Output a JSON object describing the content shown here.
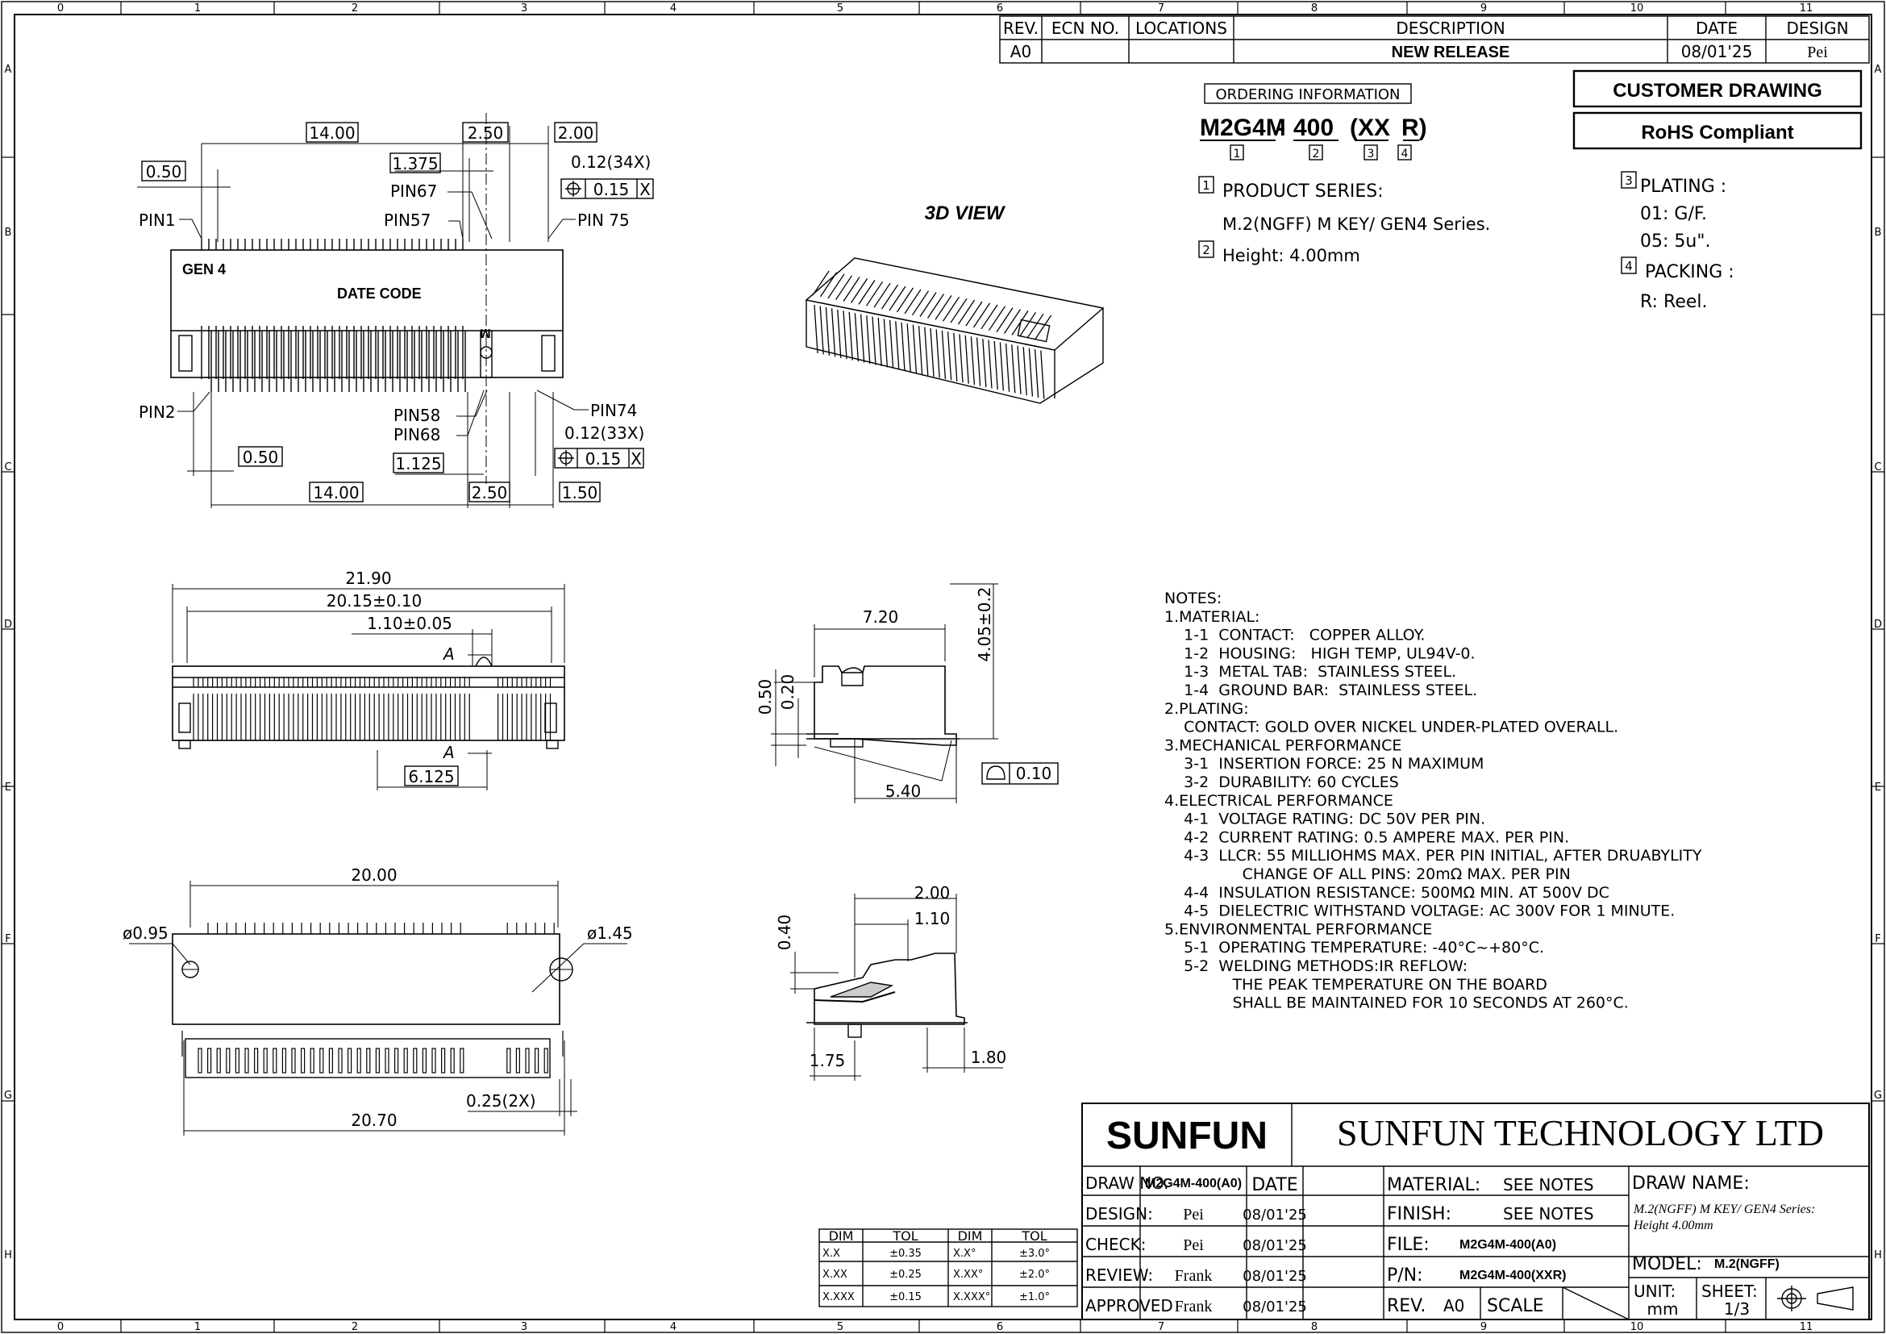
{
  "frame": {
    "cols": [
      "0",
      "1",
      "2",
      "3",
      "4",
      "5",
      "6",
      "7",
      "8",
      "9",
      "10",
      "11"
    ],
    "rows": [
      "A",
      "B",
      "C",
      "D",
      "E",
      "F",
      "G",
      "H"
    ]
  },
  "revision_table": {
    "headers": [
      "REV.",
      "ECN NO.",
      "LOCATIONS",
      "DESCRIPTION",
      "DATE",
      "DESIGN"
    ],
    "row": [
      "A0",
      "",
      "",
      "NEW RELEASE",
      "08/01'25",
      "Pei"
    ]
  },
  "badges": {
    "customer": "CUSTOMER DRAWING",
    "rohs": "RoHS Compliant"
  },
  "ordering": {
    "label": "ORDERING INFORMATION",
    "part_a": "M2G4M",
    "dash1": "-",
    "part_b": "400",
    "part_c": "(XX",
    "part_d": "R)",
    "n1": "1",
    "n2": "2",
    "n3": "3",
    "n4": "4",
    "product_series_label": "PRODUCT SERIES:",
    "product_series_value": "M.2(NGFF) M KEY/ GEN4 Series.",
    "height": "Height: 4.00mm",
    "plating_label": "PLATING :",
    "plating_01": "01: G/F.",
    "plating_05": "05: 5u\".",
    "packing_label": "PACKING :",
    "packing_r": "R: Reel."
  },
  "view3d_label": "3D VIEW",
  "top_view": {
    "d_14_00_top": "14.00",
    "d_2_50_top": "2.50",
    "d_2_00_top": "2.00",
    "d_0_50_top": "0.50",
    "d_1_375": "1.375",
    "d_tol_34x": "0.12(34X)",
    "fcf_top_val": "0.15",
    "fcf_top_ref": "X",
    "pin67": "PIN67",
    "pin57": "PIN57",
    "pin1": "PIN1",
    "pin75": "PIN 75",
    "gen4": "GEN 4",
    "datecode": "DATE CODE",
    "m_key": "M",
    "pin2": "PIN2",
    "pin58": "PIN58",
    "pin68": "PIN68",
    "pin74": "PIN74",
    "d_tol_33x": "0.12(33X)",
    "fcf_bot_val": "0.15",
    "fcf_bot_ref": "X",
    "d_0_50_bot": "0.50",
    "d_1_125": "1.125",
    "d_14_00_bot": "14.00",
    "d_2_50_bot": "2.50",
    "d_1_50_bot": "1.50"
  },
  "front_view": {
    "d_21_90": "21.90",
    "d_20_15": "20.15±0.10",
    "d_1_10": "1.10±0.05",
    "sec_a_top": "A",
    "sec_a_bot": "A",
    "d_6_125": "6.125"
  },
  "side_view": {
    "d_7_20": "7.20",
    "d_4_05": "4.05±0.2",
    "d_0_50": "0.50",
    "d_0_20": "0.20",
    "flat_val": "0.10",
    "d_5_40": "5.40"
  },
  "bottom_view": {
    "d_20_00": "20.00",
    "d_phi_095": "ø0.95",
    "d_phi_145": "ø1.45",
    "d_025_2x": "0.25(2X)",
    "d_20_70": "20.70"
  },
  "section_view": {
    "d_2_00": "2.00",
    "d_1_10": "1.10",
    "d_0_40": "0.40",
    "d_1_75": "1.75",
    "d_1_80": "1.80"
  },
  "notes": [
    "NOTES:",
    "1.MATERIAL:",
    "  1-1  CONTACT:   COPPER ALLOY.",
    "  1-2  HOUSING:   HIGH TEMP, UL94V-0.",
    "  1-3  METAL TAB:  STAINLESS STEEL.",
    "  1-4  GROUND BAR:  STAINLESS STEEL.",
    "2.PLATING:",
    "  CONTACT: GOLD OVER NICKEL UNDER-PLATED OVERALL.",
    "3.MECHANICAL PERFORMANCE",
    "  3-1  INSERTION FORCE: 25 N MAXIMUM",
    "  3-2  DURABILITY: 60 CYCLES",
    "4.ELECTRICAL PERFORMANCE",
    "  4-1  VOLTAGE RATING: DC 50V PER PIN.",
    "  4-2  CURRENT RATING: 0.5 AMPERE MAX. PER PIN.",
    "  4-3  LLCR: 55 MILLIOHMS MAX. PER PIN INITIAL, AFTER DRUABYLITY",
    "        CHANGE OF ALL PINS: 20mΩ MAX. PER PIN",
    "  4-4  INSULATION RESISTANCE: 500MΩ MIN. AT 500V DC",
    "  4-5  DIELECTRIC WITHSTAND VOLTAGE: AC 300V FOR 1 MINUTE.",
    "5.ENVIRONMENTAL PERFORMANCE",
    "  5-1  OPERATING TEMPERATURE: -40°C~+80°C.",
    "  5-2  WELDING METHODS:IR REFLOW:",
    "       THE PEAK TEMPERATURE ON THE BOARD",
    "       SHALL BE MAINTAINED FOR 10 SECONDS AT 260°C."
  ],
  "tolerance_table": {
    "headers": [
      "DIM",
      "TOL",
      "DIM",
      "TOL"
    ],
    "rows": [
      [
        "X.X",
        "±0.35",
        "X.X°",
        "±3.0°"
      ],
      [
        "X.XX",
        "±0.25",
        "X.XX°",
        "±2.0°"
      ],
      [
        "X.XXX",
        "±0.15",
        "X.XXX°",
        "±1.0°"
      ]
    ]
  },
  "title_block": {
    "logo": "SUNFUN",
    "company": "SUNFUN TECHNOLOGY LTD",
    "draw_no_label": "DRAW NO.",
    "draw_no": "M2G4M-400(A0)",
    "date_label": "DATE",
    "material_label": "MATERIAL:",
    "material_value": "SEE NOTES",
    "draw_name_label": "DRAW NAME:",
    "draw_name_1": "M.2(NGFF) M KEY/ GEN4 Series:",
    "draw_name_2": "Height 4.00mm",
    "design_label": "DESIGN:",
    "design_by": "Pei",
    "design_date": "08/01'25",
    "finish_label": "FINISH:",
    "finish_value": "SEE NOTES",
    "check_label": "CHECK:",
    "check_by": "Pei",
    "check_date": "08/01'25",
    "file_label": "FILE:",
    "file_value": "M2G4M-400(A0)",
    "model_label": "MODEL:",
    "model_value": "M.2(NGFF)",
    "review_label": "REVIEW:",
    "review_by": "Frank",
    "review_date": "08/01'25",
    "pn_label": "P/N:",
    "pn_value": "M2G4M-400(XXR)",
    "unit_label": "UNIT:",
    "unit_value": "mm",
    "sheet_label": "SHEET:",
    "sheet_value": "1/3",
    "approved_label": "APPROVED",
    "approved_by": "Frank",
    "approved_date": "08/01'25",
    "rev_label": "REV.",
    "rev_value": "A0",
    "scale_label": "SCALE"
  }
}
